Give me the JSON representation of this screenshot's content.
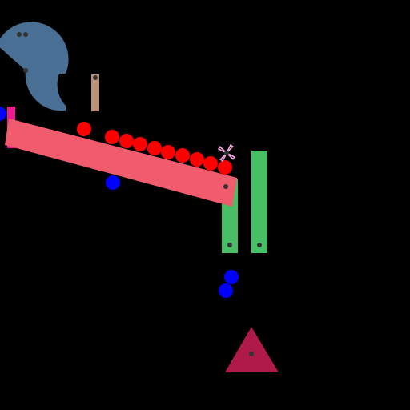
{
  "scene": {
    "background": "#000000",
    "colors": {
      "arc": "#4a6f94",
      "ramp": "#f05b6d",
      "wall": "#ec1a8c",
      "post": "#b8917b",
      "pillar": "#48be65",
      "red_ball": "#ff0000",
      "blue_ball": "#0000ff",
      "triangle": "#b01a49",
      "spinner": "#f1a6dc",
      "pivot": "#333333"
    },
    "objects": [
      {
        "kind": "arc",
        "name": "arc-ring"
      },
      {
        "kind": "wall",
        "name": "magenta-wall"
      },
      {
        "kind": "post",
        "name": "tan-post"
      },
      {
        "kind": "pillar",
        "name": "green-pillar-left"
      },
      {
        "kind": "pillar",
        "name": "green-pillar-right"
      },
      {
        "kind": "ramp",
        "name": "tilted-ramp"
      },
      {
        "kind": "ball",
        "color": "red",
        "name": "red-ball"
      },
      {
        "kind": "ball",
        "color": "red",
        "name": "red-ball"
      },
      {
        "kind": "ball",
        "color": "red",
        "name": "red-ball"
      },
      {
        "kind": "ball",
        "color": "red",
        "name": "red-ball"
      },
      {
        "kind": "ball",
        "color": "red",
        "name": "red-ball"
      },
      {
        "kind": "ball",
        "color": "red",
        "name": "red-ball"
      },
      {
        "kind": "ball",
        "color": "red",
        "name": "red-ball"
      },
      {
        "kind": "ball",
        "color": "red",
        "name": "red-ball"
      },
      {
        "kind": "ball",
        "color": "red",
        "name": "red-ball"
      },
      {
        "kind": "ball",
        "color": "red",
        "name": "red-ball"
      },
      {
        "kind": "ball",
        "color": "blue",
        "name": "blue-ball"
      },
      {
        "kind": "ball",
        "color": "blue",
        "name": "blue-ball"
      },
      {
        "kind": "ball",
        "color": "blue",
        "name": "blue-ball"
      },
      {
        "kind": "ball",
        "color": "blue",
        "name": "blue-ball"
      },
      {
        "kind": "spinner",
        "name": "pinwheel-spinner"
      },
      {
        "kind": "triangle",
        "name": "triangle-goal"
      }
    ]
  }
}
